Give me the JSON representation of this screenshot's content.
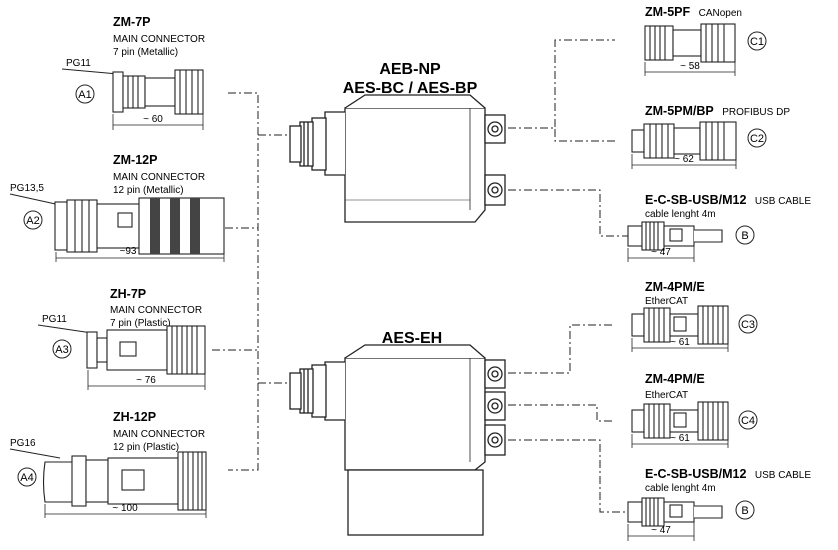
{
  "devices": {
    "top": {
      "line1": "AEB-NP",
      "line2": "AES-BC / AES-BP"
    },
    "bottom": {
      "label": "AES-EH"
    }
  },
  "left_connectors": [
    {
      "title": "ZM-7P",
      "line1": "MAIN CONNECTOR",
      "line2": "7 pin (Metallic)",
      "gland": "PG11",
      "code": "A1",
      "dim": "~ 60"
    },
    {
      "title": "ZM-12P",
      "line1": "MAIN CONNECTOR",
      "line2": "12 pin (Metallic)",
      "gland": "PG13,5",
      "code": "A2",
      "dim": "~93"
    },
    {
      "title": "ZH-7P",
      "line1": "MAIN CONNECTOR",
      "line2": "7 pin (Plastic)",
      "gland": "PG11",
      "code": "A3",
      "dim": "~ 76"
    },
    {
      "title": "ZH-12P",
      "line1": "MAIN CONNECTOR",
      "line2": "12 pin (Plastic)",
      "gland": "PG16",
      "code": "A4",
      "dim": "~ 100"
    }
  ],
  "right_connectors": [
    {
      "title": "ZM-5PF",
      "suffix": "CANopen",
      "line1": "",
      "code": "C1",
      "dim": "~ 58"
    },
    {
      "title": "ZM-5PM/BP",
      "suffix": "PROFIBUS DP",
      "line1": "",
      "code": "C2",
      "dim": "~ 62"
    },
    {
      "title": "E-C-SB-USB/M12",
      "suffix": "USB CABLE",
      "line1": "cable lenght 4m",
      "code": "B",
      "dim": "~ 47"
    },
    {
      "title": "ZM-4PM/E",
      "suffix": "",
      "line1": "EtherCAT",
      "code": "C3",
      "dim": "~ 61"
    },
    {
      "title": "ZM-4PM/E",
      "suffix": "",
      "line1": "EtherCAT",
      "code": "C4",
      "dim": "~ 61"
    },
    {
      "title": "E-C-SB-USB/M12",
      "suffix": "USB CABLE",
      "line1": "cable lenght 4m",
      "code": "B",
      "dim": "~ 47"
    }
  ]
}
